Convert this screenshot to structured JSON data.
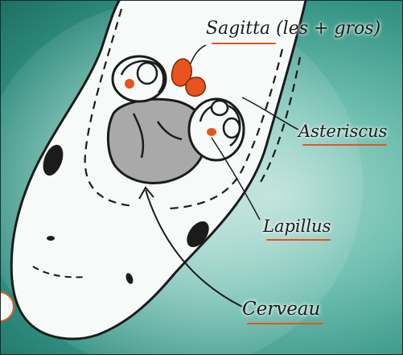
{
  "labels": {
    "sagitta": "Sagitta (les + gros)",
    "asteriscus": "Asteriscus",
    "lapillus": "Lapillus",
    "cerveau": "Cerveau"
  },
  "colors": {
    "accent": "#e8531f",
    "brain": "#a9a9a9",
    "background": "#4fa99a"
  }
}
